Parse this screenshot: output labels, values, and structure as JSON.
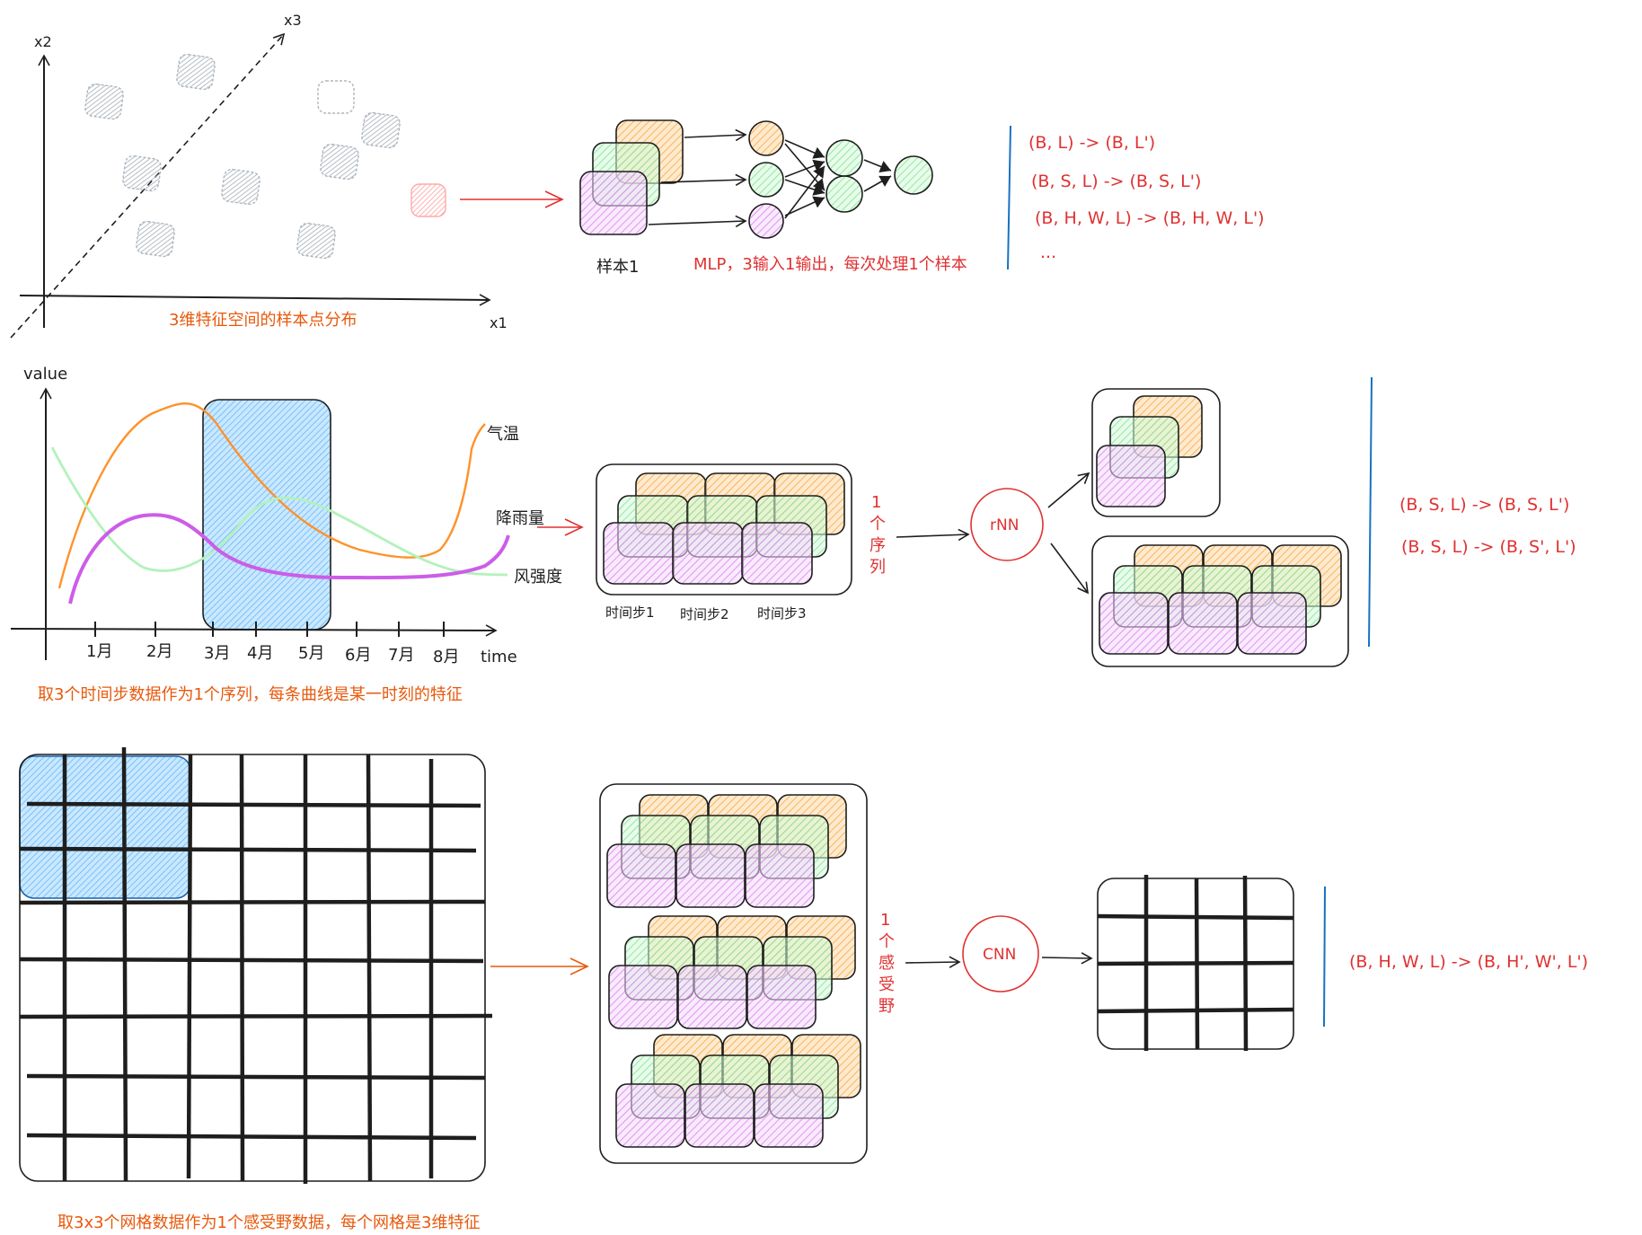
{
  "colors": {
    "ink": "#1e1e1e",
    "red": "#e03131",
    "orange_text": "#e8590c",
    "blue_line": "#1971c2",
    "orange_fill": "#ffc078",
    "green_fill": "#b2f2bb",
    "purple_fill": "#eebefa",
    "blue_fill": "#a5d8ff",
    "grey_fill": "#adb5bd",
    "pink_fill": "#ffc9c9"
  },
  "panel1": {
    "axis_x": "x1",
    "axis_y": "x2",
    "axis_z": "x3",
    "caption": "3维特征空间的样本点分布",
    "sample_label": "样本1",
    "mlp_caption": "MLP，3输入1输出，每次处理1个样本",
    "shapes": [
      "(B, L) -> (B, L')",
      "(B, S, L) -> (B, S, L')",
      "(B, H, W, L) -> (B, H, W, L')",
      "..."
    ]
  },
  "panel2": {
    "axis_y": "value",
    "axis_x": "time",
    "months": [
      "1月",
      "2月",
      "3月",
      "4月",
      "5月",
      "6月",
      "7月",
      "8月"
    ],
    "series": [
      "气温",
      "降雨量",
      "风强度"
    ],
    "caption": "取3个时间步数据作为1个序列，每条曲线是某一时刻的特征",
    "time_steps": [
      "时间步1",
      "时间步2",
      "时间步3"
    ],
    "seq_note": [
      "1",
      "个",
      "序",
      "列"
    ],
    "model": "rNN",
    "shapes": [
      "(B, S, L) -> (B, S, L')",
      "(B, S, L) -> (B, S', L')"
    ]
  },
  "panel3": {
    "caption": "取3x3个网格数据作为1个感受野数据，每个网格是3维特征",
    "field_note": [
      "1",
      "个",
      "感",
      "受",
      "野"
    ],
    "model": "CNN",
    "shapes": [
      "(B, H, W, L) -> (B, H', W', L')"
    ]
  }
}
